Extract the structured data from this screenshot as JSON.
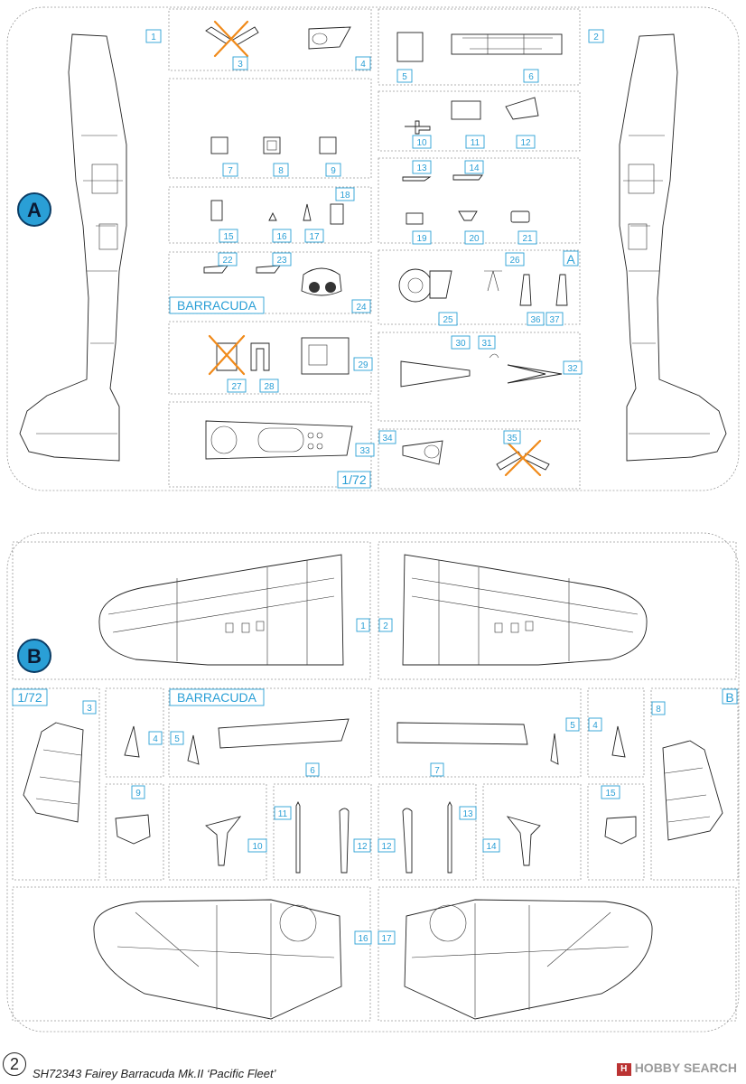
{
  "sprue_a": {
    "letter": "A",
    "name_label": "BARRACUDA",
    "scale_label": "1/72",
    "letter_tag": "A",
    "part_numbers": [
      "1",
      "2",
      "3",
      "4",
      "5",
      "6",
      "7",
      "8",
      "9",
      "10",
      "11",
      "12",
      "13",
      "14",
      "15",
      "16",
      "17",
      "18",
      "19",
      "20",
      "21",
      "22",
      "23",
      "24",
      "25",
      "26",
      "27",
      "28",
      "29",
      "30",
      "31",
      "32",
      "33",
      "34",
      "35",
      "36",
      "37"
    ],
    "removed_parts": [
      "3",
      "27",
      "35"
    ]
  },
  "sprue_b": {
    "letter": "B",
    "name_label": "BARRACUDA",
    "scale_label": "1/72",
    "letter_tag": "B",
    "part_numbers": [
      "1",
      "2",
      "3",
      "4",
      "4",
      "5",
      "5",
      "6",
      "7",
      "8",
      "9",
      "10",
      "11",
      "12",
      "12",
      "13",
      "14",
      "15",
      "16",
      "17"
    ]
  },
  "footer": {
    "page_number": "2",
    "title": "SH72343 Fairey Barracuda Mk.II ‘Pacific Fleet’",
    "watermark": "HOBBY SEARCH",
    "watermark_logo": "H"
  },
  "colors": {
    "label_blue": "#2a9fd6",
    "sprue_circle": "#2a9fd6",
    "cross_orange": "#f08a1a",
    "outline": "#222222"
  },
  "icons": {
    "removed_marker": "orange-x-cross-icon"
  }
}
